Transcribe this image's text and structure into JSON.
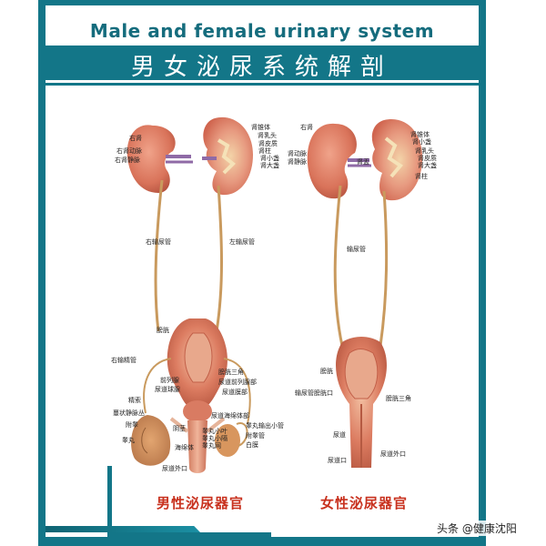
{
  "poster": {
    "title_en": "Male and female urinary system",
    "title_zh": "男女泌尿系统解剖",
    "colors": {
      "frame": "#137688",
      "title_en": "#156c7d",
      "caption": "#c8311e",
      "organ": "#d9735a",
      "ureter": "#c99a5e"
    }
  },
  "male": {
    "caption": "男性泌尿器官",
    "labels": {
      "right_kidney": "右肾",
      "right_renal_artery": "右肾动脉",
      "right_renal_vein": "右肾静脉",
      "renal_pyramid": "肾锥体",
      "renal_papilla": "肾乳头",
      "renal_cortex": "肾皮质",
      "renal_column": "肾柱",
      "minor_calyx": "肾小盏",
      "major_calyx": "肾大盏",
      "right_ureter": "右输尿管",
      "left_ureter": "左输尿管",
      "bladder": "膀胱",
      "right_vas_deferens": "右输精管",
      "bladder_trigone": "膀胱三角",
      "prostate": "前列腺",
      "prostatic_urethra": "尿道前列腺部",
      "bulbourethral_gland": "尿道球腺",
      "membranous_urethra": "尿道膜部",
      "spermatic_cord": "精索",
      "pampiniform_plexus": "蔓状静脉丛",
      "spongy_urethra": "尿道海绵体部",
      "epididymis": "附睾",
      "corpus_spongiosum": "阴茎",
      "efferent_ductules": "睾丸输出小管",
      "epididymis_duct": "附睾管",
      "testis": "睾丸",
      "corpus_cavernosum": "海绵体",
      "tunica_albuginea": "白膜",
      "testis_lobule": "睾丸小叶",
      "testis_septum": "睾丸小隔",
      "seminiferous_tubule": "睾丸网",
      "external_urethral_orifice": "尿道外口"
    }
  },
  "female": {
    "caption": "女性泌尿器官",
    "labels": {
      "right_kidney": "右肾",
      "renal_artery": "肾动脉",
      "renal_vein": "肾静脉",
      "renal_pelvis": "肾盂",
      "renal_pyramid": "肾锥体",
      "minor_calyx": "肾小盏",
      "renal_papilla": "肾乳头",
      "renal_cortex": "肾皮质",
      "major_calyx": "肾大盏",
      "renal_column": "肾柱",
      "ureter": "输尿管",
      "bladder": "膀胱",
      "ureteric_orifice": "输尿管膀胱口",
      "bladder_trigone": "膀胱三角",
      "urethra": "尿道",
      "urethral_orifice": "尿道口",
      "external_urethral_orifice": "尿道外口"
    }
  },
  "watermark": "头条 @健康沈阳"
}
